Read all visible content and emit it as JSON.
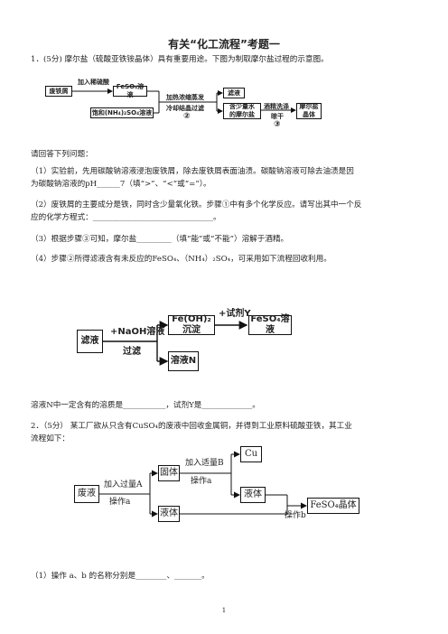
{
  "title": "有关“化工流程”考题一",
  "q1": {
    "intro": "1．(5分) 摩尔盐（硫酸亚铁铵晶体）具有重要用途。下图为制取摩尔盐过程的示意图。",
    "flow": {
      "box_scrap": "废铁屑",
      "arrow_acid": "加入稀硫酸",
      "box_feso4": "FeSO₄溶液",
      "box_nh4": "饱和(NH₄)₂SO₄溶液",
      "step2_label_l1": "加热浓缩蒸发",
      "step2_label_l2": "冷却结晶过滤",
      "step2_num": "②",
      "box_filtrate": "滤液",
      "box_water_l1": "含少量水",
      "box_water_l2": "的摩尔盐",
      "step3_label_l1": "酒精洗涤",
      "step3_label_l2": "晾干",
      "step3_num": "③",
      "box_salt_l1": "摩尔盐",
      "box_salt_l2": "晶体"
    },
    "prompt": "请回答下列问题：",
    "p1_l1": "（1）实验前，先用碳酸钠溶液浸泡废铁屑，除去废铁屑表面油渍。碳酸钠溶液可除去油渍是因",
    "p1_l2": "为碳酸钠溶液的pH______7（填“>”、“<”或“=”）。",
    "p2_l1": "（2）废铁屑的主要成分是铁，同时含少量氧化铁。步骤①中有多个化学反应。请写出其中一个反",
    "p2_l2": "应的化学方程式：_______________________________。",
    "p3": "（3）根据步骤③可知，摩尔盐_________（填“能”或“不能”）溶解于酒精。",
    "p4": "（4）步骤②所得滤液含有未反应的FeSO₄、（NH₄）₂SO₄，可采用如下流程回收利用。",
    "flow2": {
      "box_filtrate": "滤液",
      "arrow_naoh": "+NaOH溶液",
      "arrow_filter": "过滤",
      "box_feoh": "Fe(OH)₂沉淀",
      "arrow_y": "+试剂Y",
      "box_feso4": "FeSO₄溶液",
      "box_n": "溶液N"
    },
    "p5": "溶液N中一定含有的溶质是___________，试剂Y是_____________。"
  },
  "q2": {
    "intro_l1": "2．（5分） 某工厂欲从只含有CuSO₄的废液中回收金属铜，并得到工业原料硫酸亚铁，其工业",
    "intro_l2": "流程如下：",
    "flow": {
      "box_waste": "废液",
      "arrow_a_l1": "加入过量A",
      "arrow_a_l2": "操作a",
      "box_solid": "固体",
      "arrow_b_l1": "加入适量B",
      "arrow_b_l2": "操作a",
      "box_cu": "Cu",
      "box_liquid1": "液体",
      "box_liquid2": "液体",
      "arrow_opb": "操作b",
      "box_crystal": "FeSO₄晶体"
    },
    "p1": "（1）操作 a、b 的名称分别是________、_______。"
  },
  "page_number": "1"
}
